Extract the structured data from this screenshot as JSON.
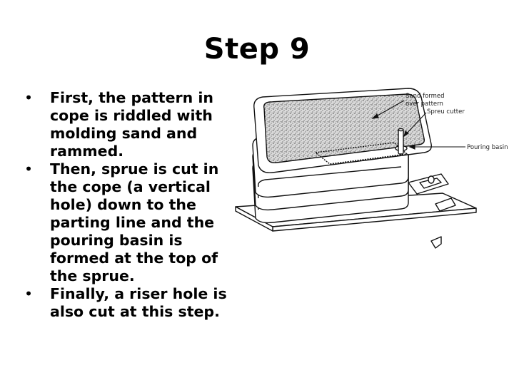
{
  "slide": {
    "title": "Step 9",
    "bullets": [
      "First, the pattern in cope is riddled with molding sand and rammed.",
      "Then, sprue is cut in the cope (a vertical hole) down to the parting line and the pouring basin is formed at the top of the sprue.",
      "Finally, a riser hole is also cut at this step."
    ]
  },
  "diagram": {
    "labels": {
      "sand_line1": "Sand formed",
      "sand_line2": "over pattern",
      "sprue_cutter": "Spreu cutter",
      "pouring_basin": "Pouring basin"
    }
  }
}
